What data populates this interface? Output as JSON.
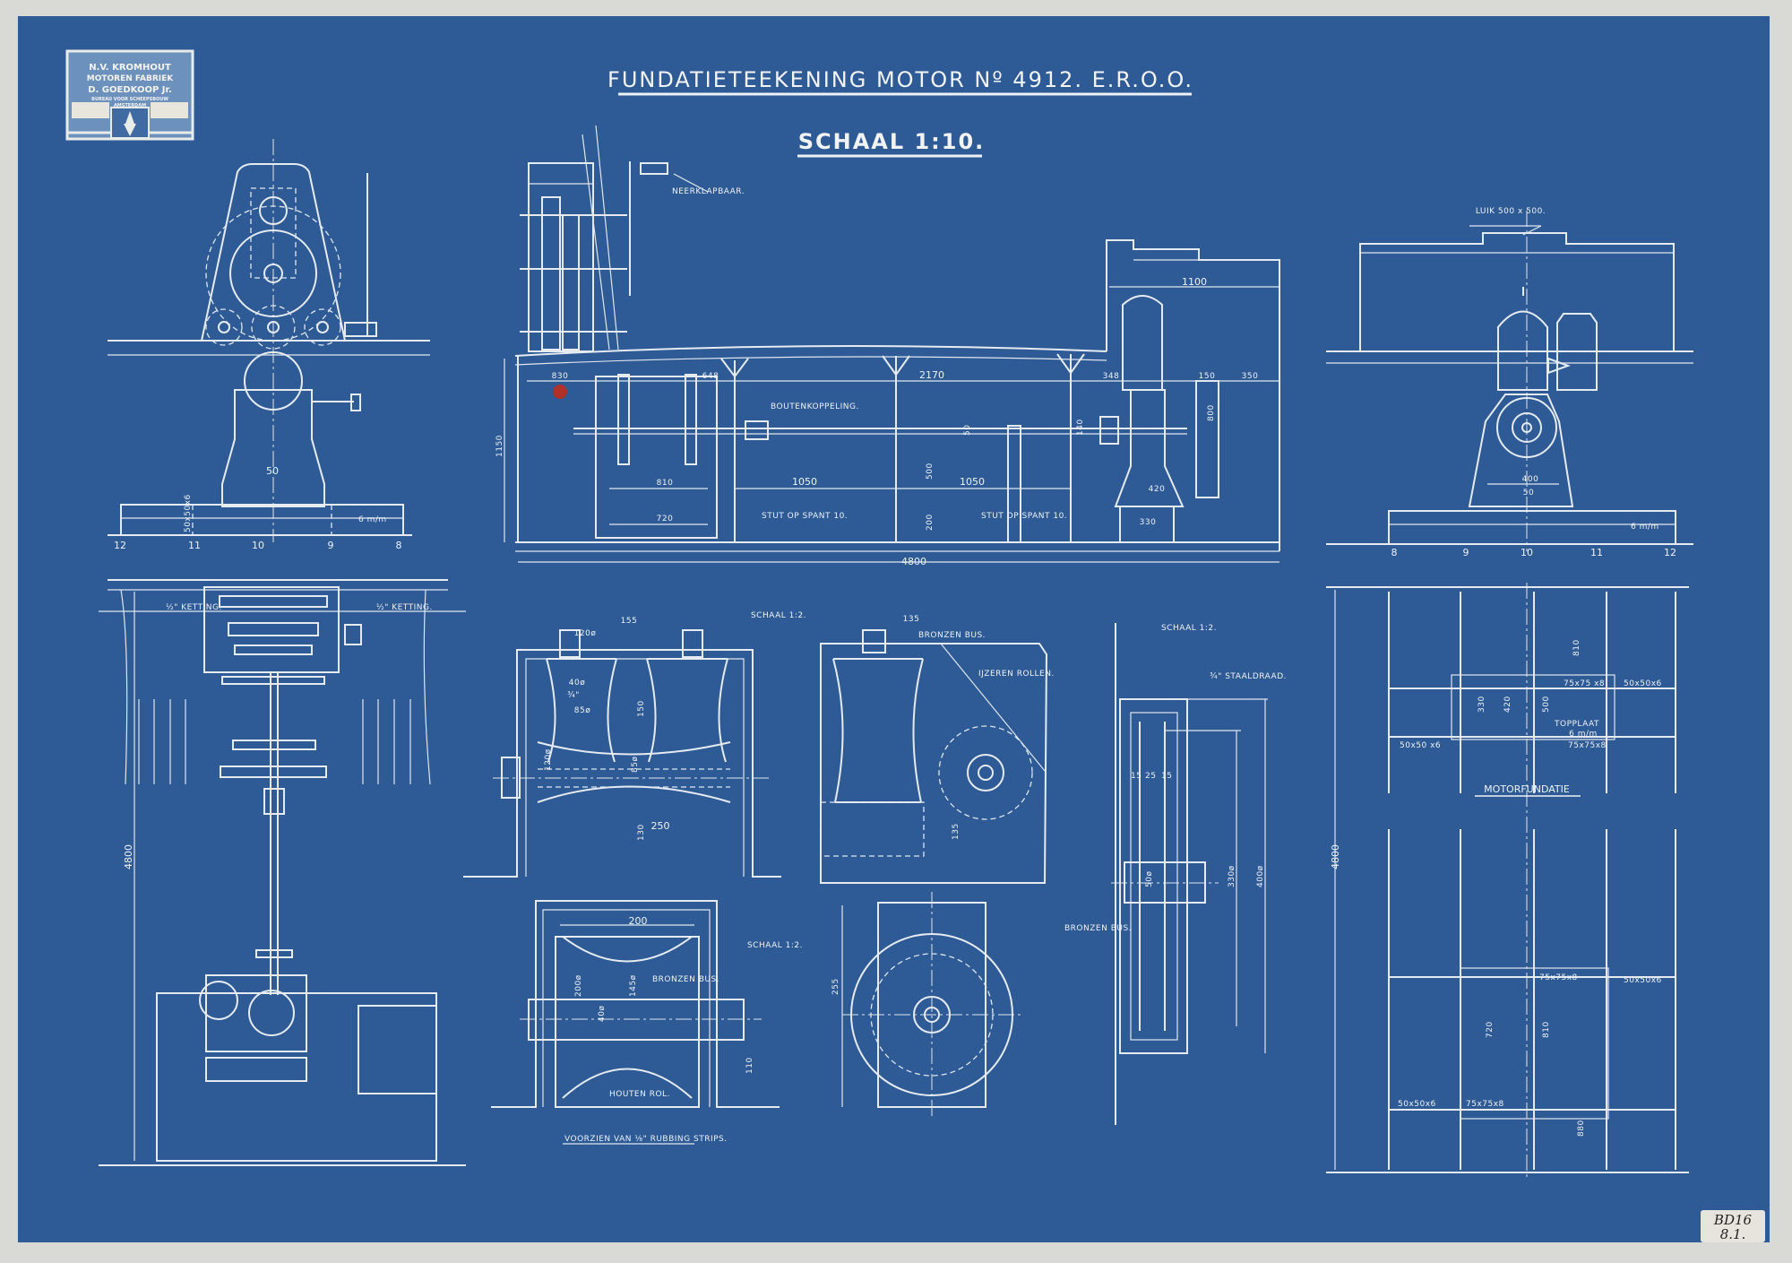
{
  "title": "FUNDATIETEEKENING MOTOR Nº 4912. E.R.O.O.",
  "scale_main": "SCHAAL 1:10.",
  "stamp": {
    "line1": "N.V. KROMHOUT",
    "line2": "MOTOREN FABRIEK",
    "line3": "D. GOEDKOOP Jr.",
    "line4": "BUREAU VOOR SCHEEPSBOUW",
    "line5": "AMSTERDAM"
  },
  "catalog_label": {
    "line1": "BD16",
    "line2": "8.1."
  },
  "colors": {
    "blueprint": "#2e5b96",
    "line": "#e6ebf1",
    "paper": "#d9d9d6",
    "red_mark": "#b0302a"
  },
  "end_view": {
    "dim_50": "50",
    "plate": "6 m/m",
    "angle": "50x50x6",
    "frames": [
      "12",
      "11",
      "10",
      "9",
      "8"
    ]
  },
  "side_view": {
    "crank_note": "NEERKLAPBAAR.",
    "dim_1100": "1100",
    "dim_830": "830",
    "dim_648": "648",
    "dim_2170": "2170",
    "dim_348": "348",
    "dim_150": "150",
    "dim_350": "350",
    "dim_800": "800",
    "coupling": "BOUTENKOPPELING.",
    "dim_1150": "1150",
    "dim_50": "50",
    "dim_140": "140",
    "dim_1050_a": "1050",
    "dim_1050_b": "1050",
    "dim_500": "500",
    "dim_810": "810",
    "dim_720": "720",
    "dim_200": "200",
    "dim_420": "420",
    "dim_330": "330",
    "stut_a": "STUT OP SPANT 10.",
    "stut_b": "STUT OP SPANT 10.",
    "dim_4800": "4800"
  },
  "motor_end_view": {
    "hatch": "LUIK 500 x 500.",
    "dim_400": "400",
    "dim_50": "50",
    "plate": "6 m/m",
    "frames": [
      "8",
      "9",
      "10",
      "11",
      "12"
    ]
  },
  "plan_view": {
    "chain_left": "½\" KETTING.",
    "chain_right": "½\" KETTING.",
    "dim_4800": "4800"
  },
  "details": {
    "scale_a": "SCHAAL 1:2.",
    "a_155": "155",
    "a_120d": "120ø",
    "a_40d": "40ø",
    "a_34": "¾\"",
    "a_85d": "85ø",
    "a_150": "150",
    "a_120d_v": "120ø",
    "a_85d_v": "85ø",
    "a_250": "250",
    "a_130": "130",
    "b_135": "135",
    "b_bus": "BRONZEN BUS.",
    "b_rollen": "IJZEREN ROLLEN.",
    "b_135_v": "135",
    "scale_c": "SCHAAL 1:2.",
    "c_wire": "¾\" STAALDRAAD.",
    "c_15a": "15",
    "c_25": "25",
    "c_15b": "15",
    "c_330": "330ø",
    "c_400": "400ø",
    "c_50": "50ø",
    "c_bus": "BRONZEN BUS.",
    "d_200": "200",
    "scale_d": "SCHAAL 1:2.",
    "d_bus": "BRONZEN BUS.",
    "d_200d": "200ø",
    "d_145d": "145ø",
    "d_40d": "40ø",
    "d_110": "110",
    "e_255": "255",
    "d_rol": "HOUTEN ROL.",
    "d_strips": "VOORZIEN VAN ⅛\" RUBBING STRIPS."
  },
  "motorfundatie": {
    "title": "MOTORFUNDATIE",
    "dim_4800": "4800",
    "dim_810_top": "810",
    "angle_1": "75x75 x8",
    "angle_2": "50x50x6",
    "dim_330": "330",
    "dim_420": "420",
    "dim_500": "500",
    "topplaat": "TOPPLAAT",
    "topplaat_thk": "6 m/m",
    "angle_3": "50x50 x6",
    "angle_4": "75x75x8",
    "angle_5": "75x75x8",
    "angle_6": "50x50x6",
    "dim_720": "720",
    "dim_810_bottom": "810",
    "angle_7": "50x50x6",
    "angle_8": "75x75x8",
    "dim_880": "880"
  }
}
